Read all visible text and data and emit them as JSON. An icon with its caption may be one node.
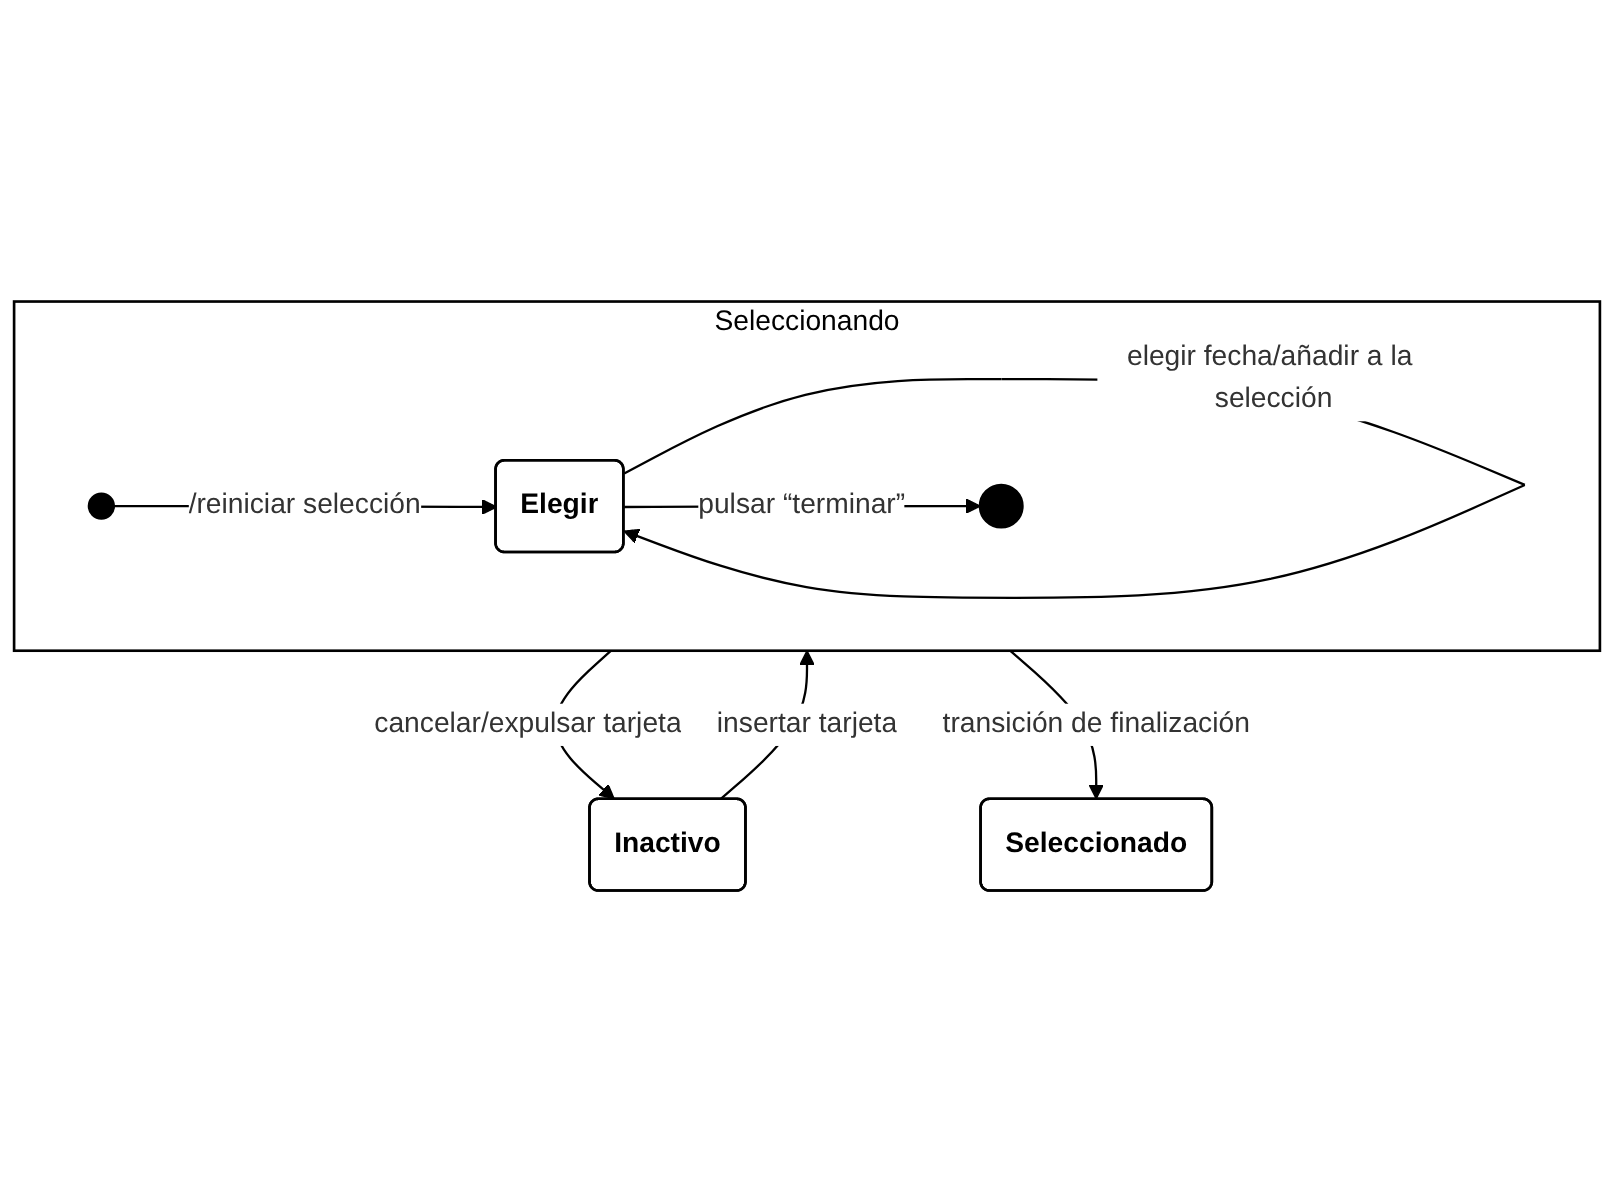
{
  "diagram": {
    "nodes": [
      {
        "text": [
          "Inactivo"
        ]
      },
      {
        "text": [
          "Seleccionando"
        ]
      },
      {
        "text": [],
        "shape": "circle",
        "in": 1
      },
      {
        "text": [
          "Elegir"
        ],
        "in": 1
      },
      {
        "text": [],
        "shape": "circle",
        "in": 1
      },
      {
        "text": [
          "Seleccionado"
        ]
      }
    ],
    "edges": [
      {
        "from": 0,
        "to": 1,
        "arrow": "to",
        "label": "insertar tarjeta"
      },
      {
        "from": 1,
        "to": 0,
        "arrow": "to",
        "label": "cancelar/expulsar tarjeta"
      },
      {
        "from": 2,
        "to": 3,
        "arrow": "to",
        "label": "/reiniciar selección"
      },
      {
        "from": 3,
        "to": 3,
        "arrow": "to",
        "label": "elegir fecha/añadir a la selección"
      },
      {
        "from": 3,
        "to": 4,
        "arrow": "to",
        "label": "pulsar “terminar”"
      },
      {
        "from": 1,
        "to": 5,
        "arrow": "to",
        "label": "transición de finalización"
      }
    ]
  }
}
